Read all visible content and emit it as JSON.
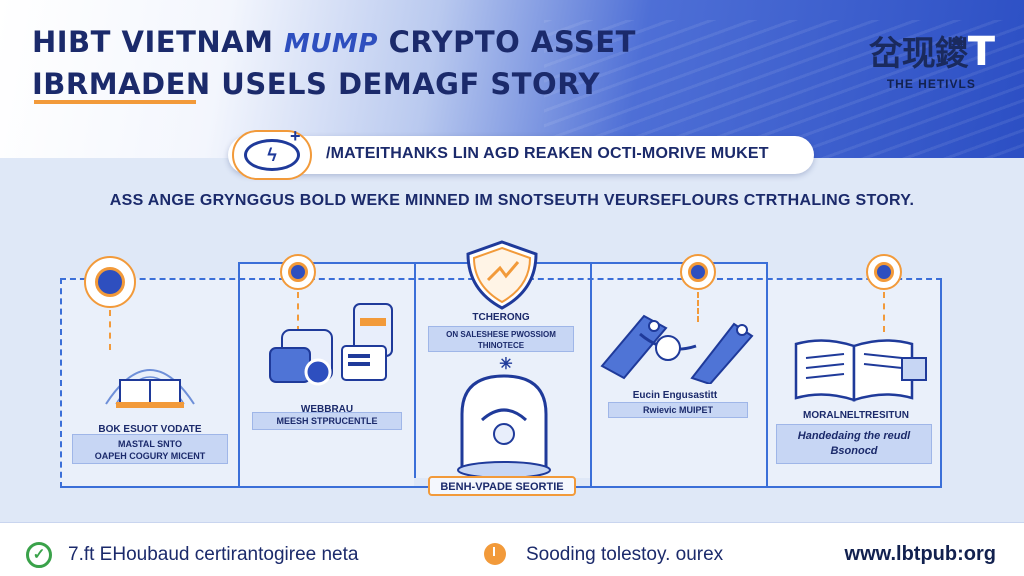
{
  "header": {
    "title_line1_a": "HIBT VIETNAM ",
    "title_line1_em": "MUMP",
    "title_line1_b": " CRYPTO ASSET",
    "title_line2": "IBRMADEN USELS DEMAGF STORY",
    "brand_logo": "岔现鑁",
    "brand_logo_big": "T",
    "brand_sub": "THE HETIVLS"
  },
  "banner": {
    "text": "/MATEITHANKS LIN AGD REAKEN OCTI-MORIVE MUKET"
  },
  "subtitle": "ASS ANGE GRYNGGUS BOLD WEKE MINNED IM SNOTSEUTH VEURSEFLOURS CTRTHALING STORY.",
  "steps": [
    {
      "title": "BOK ESUOT VODATE",
      "body": "MASTAL SNTO\nOAPEH COGURY MICENT"
    },
    {
      "title": "WEBBRAU",
      "body": "MEESH STPRUCENTLE"
    },
    {
      "title": "TCHERONG",
      "body": "ON SALESHESE PWOSSIOM\nTHINOTECE"
    },
    {
      "title": "Eucin Engusastitt",
      "body": "Rwievic MUIPET"
    },
    {
      "title": "MORALNELTRESITUN",
      "body": "Handedaing the reudl\nBsonocd"
    }
  ],
  "center_label": "BENH-VPADE SEORTIE",
  "footer": {
    "left_text": "7.ft EHoubaud certirantogiree neta",
    "mid_text": "Sooding tolestoy. ourex",
    "url": "www.lbtpub:org"
  },
  "colors": {
    "accent": "#f29a3a",
    "primary": "#1b2a6b",
    "blue": "#2e4fbf",
    "line": "#3b6fd8",
    "check": "#3aa24a"
  },
  "icons": [
    "eye-lightning-icon",
    "book-icon",
    "coin-icon",
    "shield-icon",
    "drum-icon",
    "hand-icon",
    "open-book-icon",
    "check-icon",
    "clock-icon"
  ]
}
